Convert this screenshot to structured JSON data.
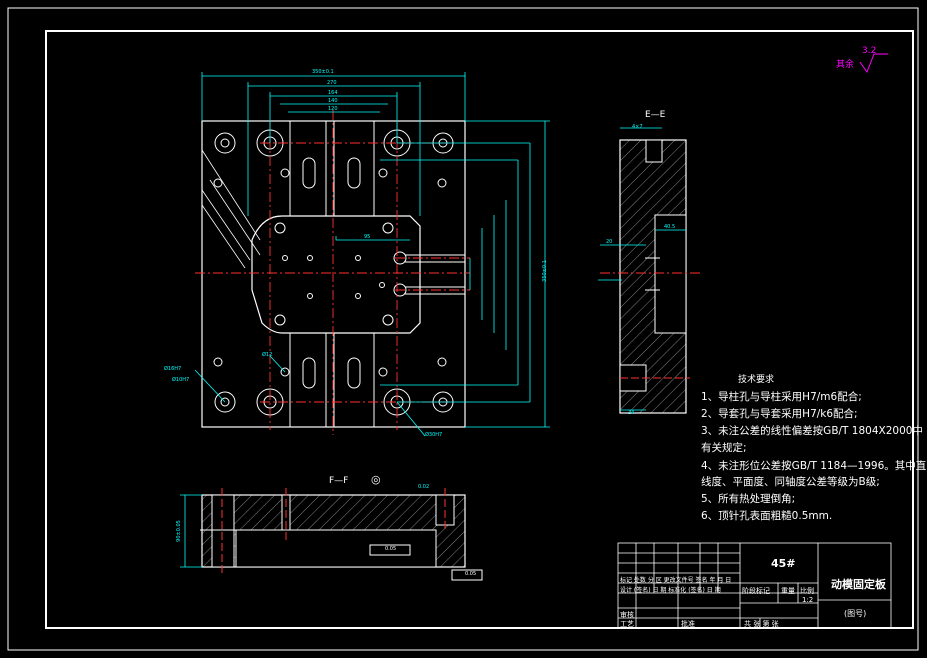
{
  "roughness": {
    "label": "其余",
    "value": "3.2"
  },
  "views": {
    "section_e": "E—E",
    "section_f": "F—F",
    "symbol_top": "◎"
  },
  "tech_req": {
    "title": "技术要求",
    "items": [
      "1、导柱孔与导柱采用H7/m6配合;",
      "2、导套孔与导套采用H7/k6配合;",
      "3、未注公差的线性偏差按GB/T 1804X2000中",
      "   有关规定;",
      "4、未注形位公差按GB/T 1184—1996。其中直",
      "   线度、平面度、同轴度公差等级为B级;",
      "5、所有热处理倒角;",
      "6、顶针孔表面粗糙0.5mm."
    ]
  },
  "title_block": {
    "material": "45#",
    "part_name": "动模固定板",
    "drawing_no": "(图号)",
    "scale": "1:2",
    "stage_mark": "阶段标记",
    "weight": "重量",
    "ratio": "比例",
    "rows": [
      "标记 处数 分 区 更改文件号 签名 年 月 日",
      "设计 (签名) 日 期 标准化 (签名) 日 期",
      "审核",
      "工艺"
    ],
    "approve": "批准",
    "sheets": "共 张 第 张"
  },
  "dims": {
    "top_overall": "350±0.1",
    "top_2": "270",
    "top_3": "164",
    "top_4": "140",
    "top_5": "120",
    "right_overall": "350±0.1",
    "inner_95": "95",
    "small_labels": [
      "Ø16H7",
      "Ø10H7",
      "Ø12",
      "Ø30H7"
    ],
    "ee_top": "4×7",
    "ee_mid": "40.5",
    "ee_left": "20",
    "ee_bottom": "24",
    "ff_left": "90±0.05",
    "ff_tol": "0.02",
    "ff_flat": "0.05",
    "ff_par": "0.05"
  },
  "colors": {
    "outline": "#ffffff",
    "dimension": "#00ffff",
    "centerline": "#ff3030",
    "hatch": "#cccccc",
    "leader": "#ff00ff",
    "frame": "#ffffff"
  }
}
